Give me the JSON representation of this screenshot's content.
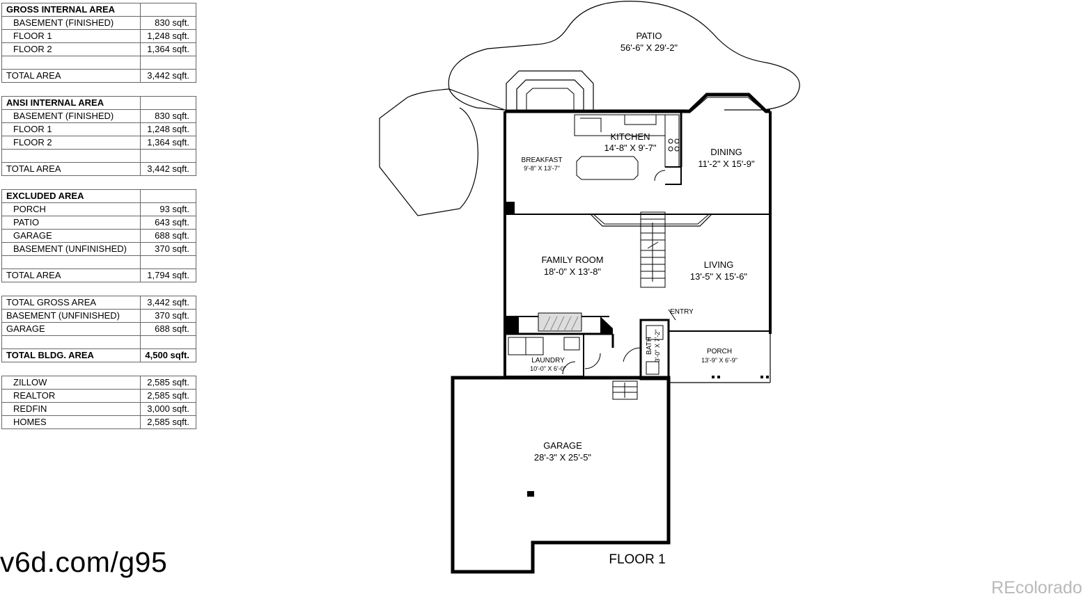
{
  "tables": [
    {
      "id": "gross",
      "header": "GROSS INTERNAL AREA",
      "rows": [
        {
          "label": "BASEMENT (FINISHED)",
          "value": "830 sqft.",
          "indent": true
        },
        {
          "label": "FLOOR 1",
          "value": "1,248 sqft.",
          "indent": true
        },
        {
          "label": "FLOOR 2",
          "value": "1,364 sqft.",
          "indent": true
        },
        {
          "label": "",
          "value": "",
          "indent": false
        },
        {
          "label": "TOTAL AREA",
          "value": "3,442 sqft.",
          "indent": false
        }
      ]
    },
    {
      "id": "ansi",
      "header": "ANSI INTERNAL AREA",
      "rows": [
        {
          "label": "BASEMENT (FINISHED)",
          "value": "830 sqft.",
          "indent": true
        },
        {
          "label": "FLOOR 1",
          "value": "1,248 sqft.",
          "indent": true
        },
        {
          "label": "FLOOR 2",
          "value": "1,364 sqft.",
          "indent": true
        },
        {
          "label": "",
          "value": "",
          "indent": false
        },
        {
          "label": "TOTAL AREA",
          "value": "3,442 sqft.",
          "indent": false
        }
      ]
    },
    {
      "id": "excluded",
      "header": "EXCLUDED AREA",
      "rows": [
        {
          "label": "PORCH",
          "value": "93 sqft.",
          "indent": true
        },
        {
          "label": "PATIO",
          "value": "643 sqft.",
          "indent": true
        },
        {
          "label": "GARAGE",
          "value": "688 sqft.",
          "indent": true
        },
        {
          "label": "BASEMENT (UNFINISHED)",
          "value": "370 sqft.",
          "indent": true
        },
        {
          "label": "",
          "value": "",
          "indent": false
        },
        {
          "label": "TOTAL AREA",
          "value": "1,794 sqft.",
          "indent": false
        }
      ]
    },
    {
      "id": "summary",
      "header": null,
      "rows": [
        {
          "label": "TOTAL GROSS AREA",
          "value": "3,442 sqft.",
          "indent": false
        },
        {
          "label": "BASEMENT (UNFINISHED)",
          "value": "370 sqft.",
          "indent": false
        },
        {
          "label": "GARAGE",
          "value": "688 sqft.",
          "indent": false
        },
        {
          "label": "",
          "value": "",
          "indent": false
        },
        {
          "label": "TOTAL BLDG. AREA",
          "value": "4,500 sqft.",
          "indent": false,
          "bold": true
        }
      ]
    },
    {
      "id": "sites",
      "header": null,
      "rows": [
        {
          "label": "ZILLOW",
          "value": "2,585 sqft.",
          "indent": true
        },
        {
          "label": "REALTOR",
          "value": "2,585 sqft.",
          "indent": true
        },
        {
          "label": "REDFIN",
          "value": "3,000 sqft.",
          "indent": true
        },
        {
          "label": "HOMES",
          "value": "2,585 sqft.",
          "indent": true
        }
      ]
    }
  ],
  "url": "v6d.com/g95",
  "watermark": "REcolorado",
  "plan": {
    "floor_label": "FLOOR 1",
    "rooms": {
      "patio": {
        "name": "PATIO",
        "dims": "56'-6\" X 29'-2\""
      },
      "kitchen": {
        "name": "KITCHEN",
        "dims": "14'-8\" X 9'-7\""
      },
      "breakfast": {
        "name": "BREAKFAST",
        "dims": "9'-8\" X 13'-7\""
      },
      "dining": {
        "name": "DINING",
        "dims": "11'-2\" X 15'-9\""
      },
      "family": {
        "name": "FAMILY ROOM",
        "dims": "18'-0\" X 13'-8\""
      },
      "living": {
        "name": "LIVING",
        "dims": "13'-5\" X 15'-6\""
      },
      "entry": {
        "name": "ENTRY"
      },
      "bath": {
        "name": "BATH",
        "dims": "3'-0\" X 7'-2\""
      },
      "porch": {
        "name": "PORCH",
        "dims": "13'-9\" X 6'-9\""
      },
      "laundry": {
        "name": "LAUNDRY",
        "dims": "10'-0\" X 6'-0\""
      },
      "garage": {
        "name": "GARAGE",
        "dims": "28'-3\" X 25'-5\""
      }
    }
  }
}
